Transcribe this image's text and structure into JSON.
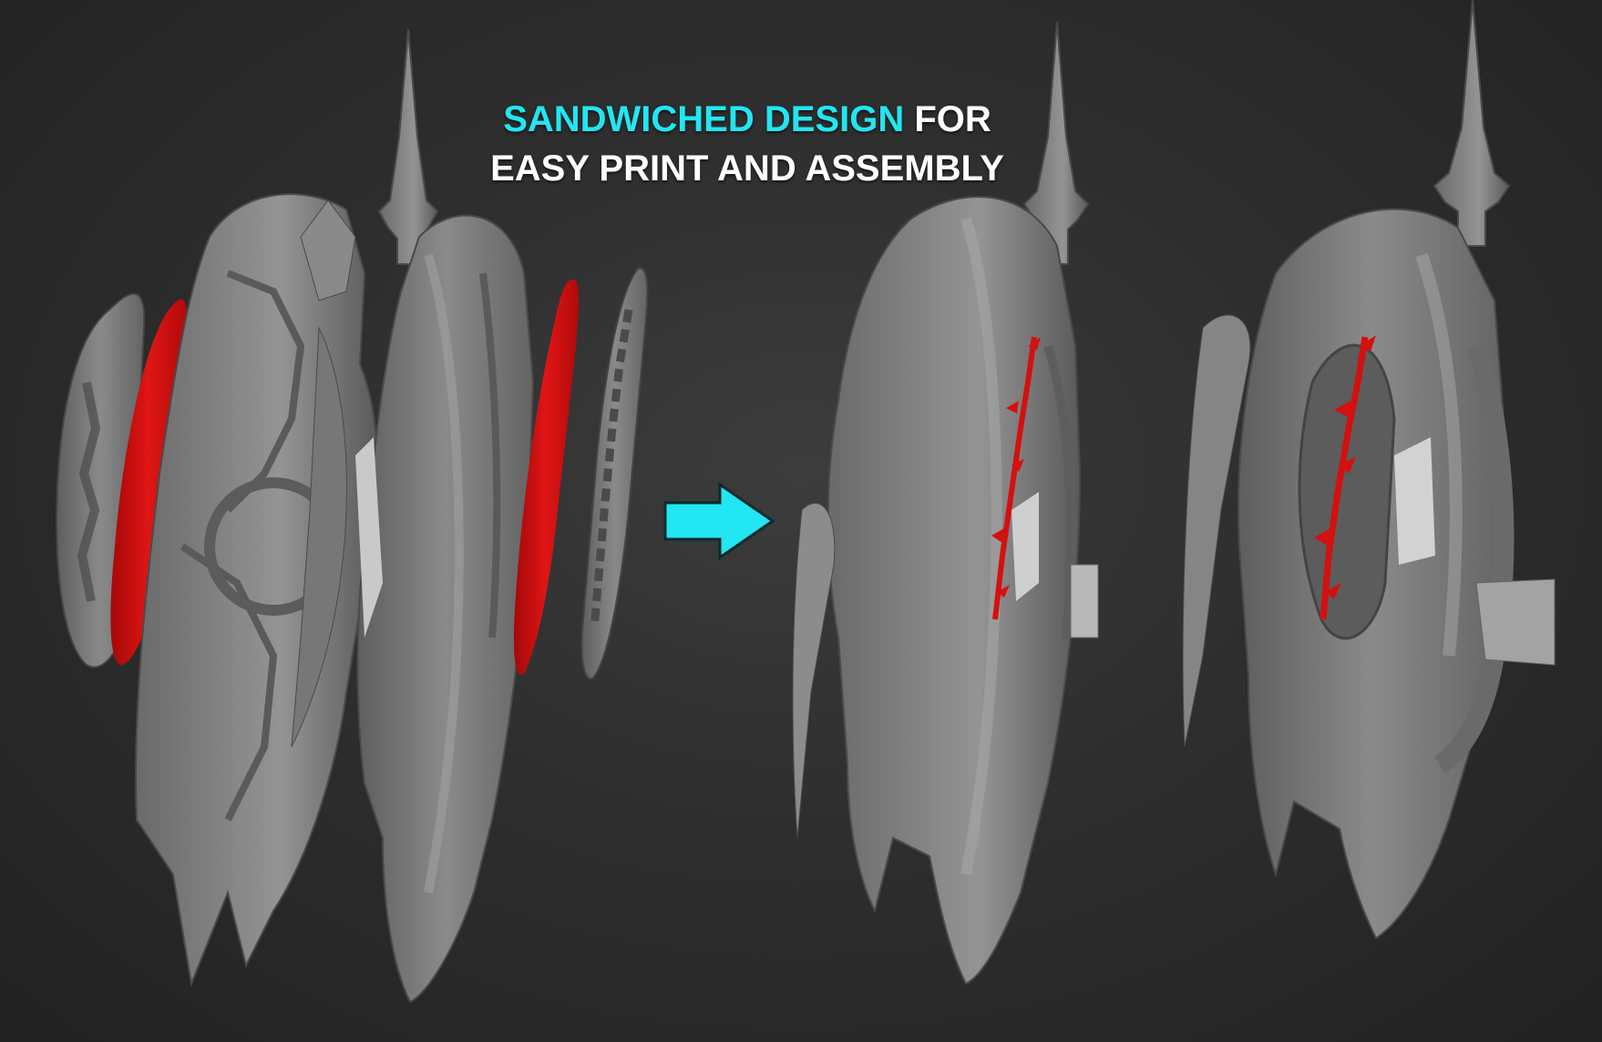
{
  "headline": {
    "accent_text": "SANDWICHED DESIGN",
    "line1_rest": " FOR",
    "line2": "EASY PRINT AND ASSEMBLY"
  },
  "colors": {
    "accent": "#22e6f2",
    "headline_text": "#ffffff",
    "highlight_red": "#d41010",
    "model_grey": "#7e7e7e",
    "background": "#2e2e2e"
  },
  "icons": {
    "arrow": "right-arrow-icon"
  }
}
